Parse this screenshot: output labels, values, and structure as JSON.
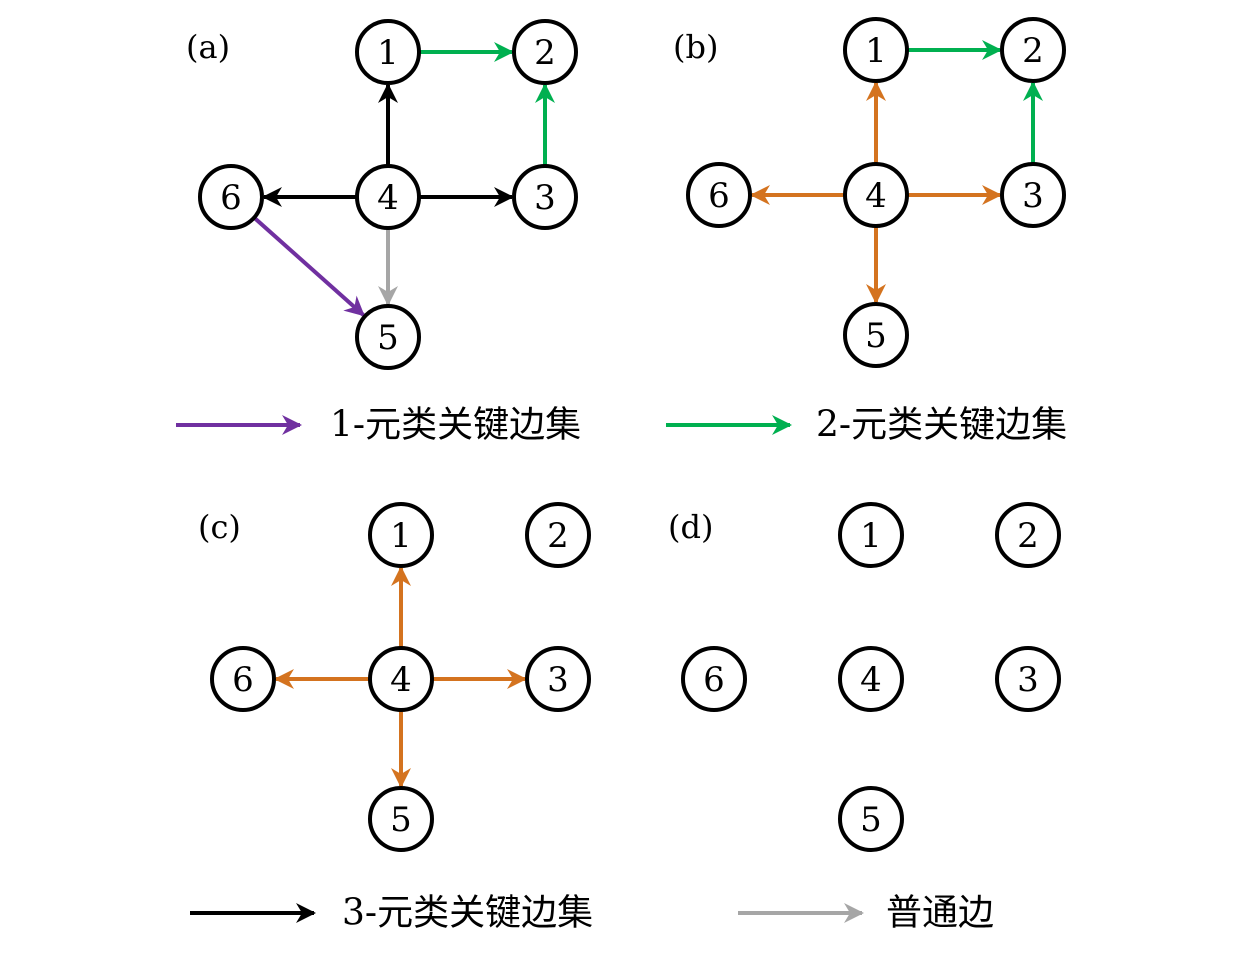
{
  "colors": {
    "purple": "#7030a0",
    "green": "#00b050",
    "black": "#000000",
    "gray": "#a6a6a6",
    "orange": "#d4731f"
  },
  "panels": [
    {
      "id": "a",
      "label": "(a)",
      "nodes": [
        "1",
        "2",
        "3",
        "4",
        "5",
        "6"
      ],
      "edges": [
        {
          "from": "1",
          "to": "2",
          "color": "green"
        },
        {
          "from": "3",
          "to": "2",
          "color": "green"
        },
        {
          "from": "4",
          "to": "1",
          "color": "black"
        },
        {
          "from": "4",
          "to": "3",
          "color": "black"
        },
        {
          "from": "4",
          "to": "6",
          "color": "black"
        },
        {
          "from": "4",
          "to": "5",
          "color": "gray"
        },
        {
          "from": "6",
          "to": "5",
          "color": "purple"
        }
      ]
    },
    {
      "id": "b",
      "label": "(b)",
      "nodes": [
        "1",
        "2",
        "3",
        "4",
        "5",
        "6"
      ],
      "edges": [
        {
          "from": "1",
          "to": "2",
          "color": "green"
        },
        {
          "from": "3",
          "to": "2",
          "color": "green"
        },
        {
          "from": "4",
          "to": "1",
          "color": "orange"
        },
        {
          "from": "4",
          "to": "3",
          "color": "orange"
        },
        {
          "from": "4",
          "to": "6",
          "color": "orange"
        },
        {
          "from": "4",
          "to": "5",
          "color": "orange"
        }
      ]
    },
    {
      "id": "c",
      "label": "(c)",
      "nodes": [
        "1",
        "2",
        "3",
        "4",
        "5",
        "6"
      ],
      "edges": [
        {
          "from": "4",
          "to": "1",
          "color": "orange"
        },
        {
          "from": "4",
          "to": "3",
          "color": "orange"
        },
        {
          "from": "4",
          "to": "6",
          "color": "orange"
        },
        {
          "from": "4",
          "to": "5",
          "color": "orange"
        }
      ]
    },
    {
      "id": "d",
      "label": "(d)",
      "nodes": [
        "1",
        "2",
        "3",
        "4",
        "5",
        "6"
      ],
      "edges": []
    }
  ],
  "legend": [
    {
      "color": "purple",
      "label": "1-元类关键边集"
    },
    {
      "color": "green",
      "label": "2-元类关键边集"
    },
    {
      "color": "black",
      "label": "3-元类关键边集"
    },
    {
      "color": "gray",
      "label": "普通边"
    }
  ]
}
